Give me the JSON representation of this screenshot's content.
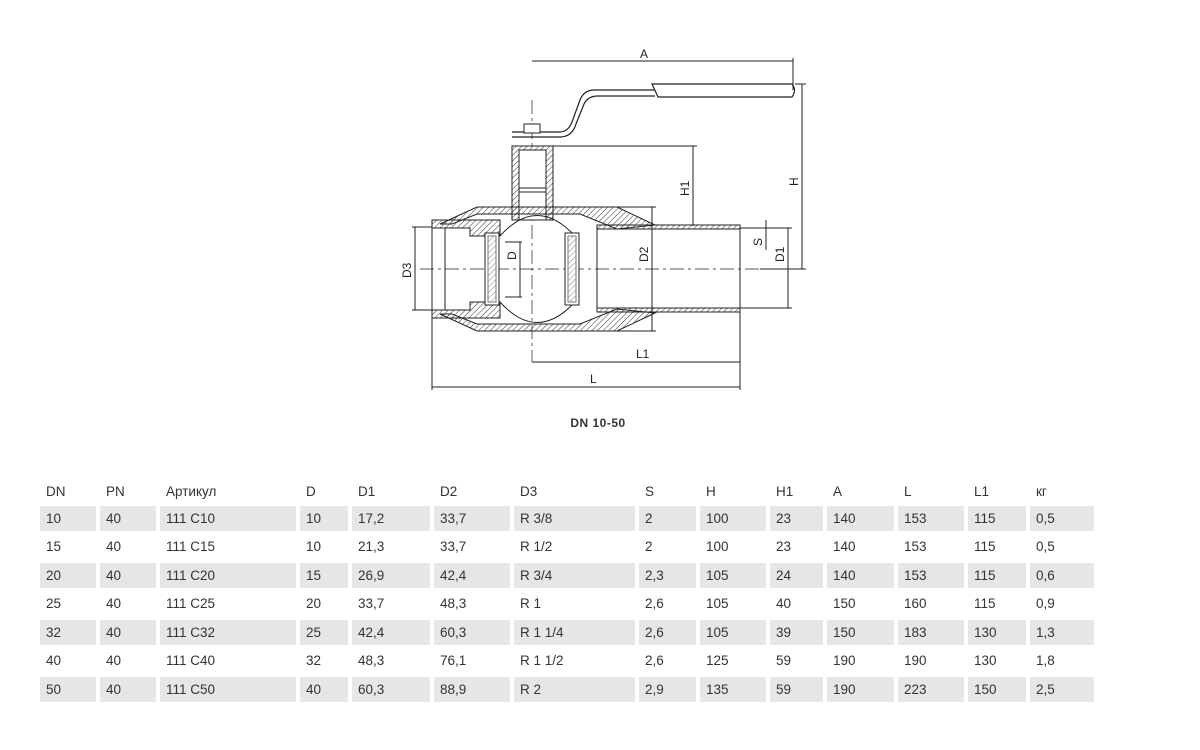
{
  "drawing": {
    "labels": {
      "A": "A",
      "H": "H",
      "H1": "H1",
      "D": "D",
      "D1": "D1",
      "D2": "D2",
      "D3": "D3",
      "S": "S",
      "L": "L",
      "L1": "L1"
    },
    "caption": "DN 10-50"
  },
  "table": {
    "headers": [
      "DN",
      "PN",
      "Артикул",
      "D",
      "D1",
      "D2",
      "D3",
      "S",
      "H",
      "H1",
      "A",
      "L",
      "L1",
      "кг"
    ],
    "rows": [
      [
        "10",
        "40",
        "111 C10",
        "10",
        "17,2",
        "33,7",
        "R 3/8",
        "2",
        "100",
        "23",
        "140",
        "153",
        "115",
        "0,5"
      ],
      [
        "15",
        "40",
        "111 C15",
        "10",
        "21,3",
        "33,7",
        "R 1/2",
        "2",
        "100",
        "23",
        "140",
        "153",
        "115",
        "0,5"
      ],
      [
        "20",
        "40",
        "111 C20",
        "15",
        "26,9",
        "42,4",
        "R 3/4",
        "2,3",
        "105",
        "24",
        "140",
        "153",
        "115",
        "0,6"
      ],
      [
        "25",
        "40",
        "111 C25",
        "20",
        "33,7",
        "48,3",
        "R 1",
        "2,6",
        "105",
        "40",
        "150",
        "160",
        "115",
        "0,9"
      ],
      [
        "32",
        "40",
        "111 C32",
        "25",
        "42,4",
        "60,3",
        "R 1 1/4",
        "2,6",
        "105",
        "39",
        "150",
        "183",
        "130",
        "1,3"
      ],
      [
        "40",
        "40",
        "111 C40",
        "32",
        "48,3",
        "76,1",
        "R 1 1/2",
        "2,6",
        "125",
        "59",
        "190",
        "190",
        "130",
        "1,8"
      ],
      [
        "50",
        "40",
        "111 C50",
        "40",
        "60,3",
        "88,9",
        "R 2",
        "2,9",
        "135",
        "59",
        "190",
        "223",
        "150",
        "2,5"
      ]
    ]
  }
}
